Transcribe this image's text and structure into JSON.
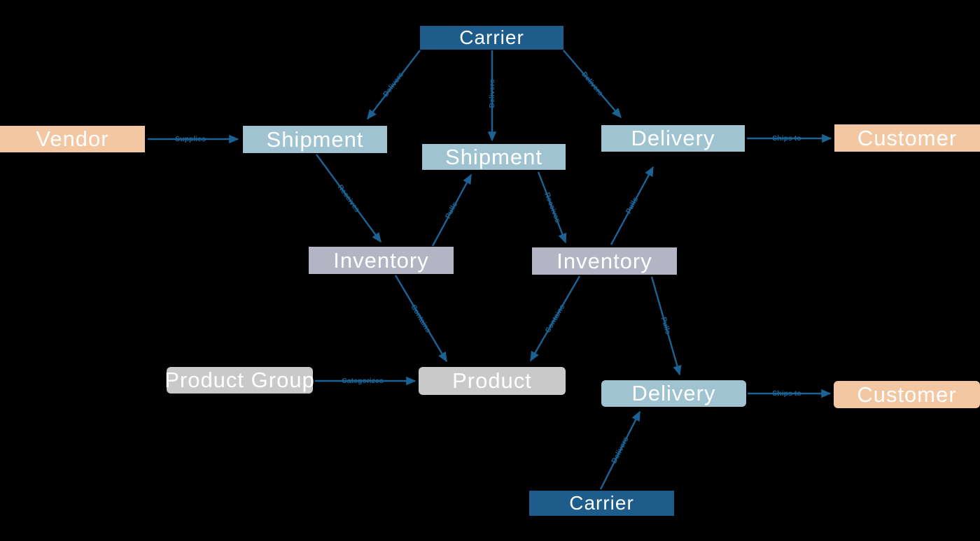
{
  "background": "#000000",
  "colors": {
    "background": "#000000",
    "edge": "#1b6394",
    "carrier": "#1e5c8c",
    "logistics": "#a0c3d1",
    "partner": "#f4c7a3",
    "inventory": "#b3b5c4",
    "product": "#c9c9c9",
    "node_text": "#ffffff"
  },
  "diagram": {
    "nodes": [
      {
        "id": "carrier-top",
        "label": "Carrier",
        "type": "carrier"
      },
      {
        "id": "vendor",
        "label": "Vendor",
        "type": "partner"
      },
      {
        "id": "shipment-left",
        "label": "Shipment",
        "type": "logistics"
      },
      {
        "id": "shipment-mid",
        "label": "Shipment",
        "type": "logistics"
      },
      {
        "id": "delivery-top",
        "label": "Delivery",
        "type": "logistics"
      },
      {
        "id": "customer-top",
        "label": "Customer",
        "type": "partner"
      },
      {
        "id": "inventory-left",
        "label": "Inventory",
        "type": "inventory"
      },
      {
        "id": "inventory-right",
        "label": "Inventory",
        "type": "inventory"
      },
      {
        "id": "product-group",
        "label": "Product Group",
        "type": "product"
      },
      {
        "id": "product",
        "label": "Product",
        "type": "product"
      },
      {
        "id": "delivery-bottom",
        "label": "Delivery",
        "type": "logistics"
      },
      {
        "id": "customer-bottom",
        "label": "Customer",
        "type": "partner"
      },
      {
        "id": "carrier-bottom",
        "label": "Carrier",
        "type": "carrier"
      }
    ],
    "edges": [
      {
        "label": "Delivers",
        "from": "carrier-top",
        "to": "shipment-left"
      },
      {
        "label": "Delivers",
        "from": "carrier-top",
        "to": "shipment-mid"
      },
      {
        "label": "Delivers",
        "from": "carrier-top",
        "to": "delivery-top"
      },
      {
        "label": "Supplies",
        "from": "vendor",
        "to": "shipment-left"
      },
      {
        "label": "Receives",
        "from": "shipment-left",
        "to": "inventory-left"
      },
      {
        "label": "Pulls",
        "from": "inventory-left",
        "to": "shipment-mid"
      },
      {
        "label": "Receives",
        "from": "shipment-mid",
        "to": "inventory-right"
      },
      {
        "label": "Pulls",
        "from": "inventory-right",
        "to": "delivery-top"
      },
      {
        "label": "Ships to",
        "from": "delivery-top",
        "to": "customer-top"
      },
      {
        "label": "Contains",
        "from": "inventory-left",
        "to": "product"
      },
      {
        "label": "Contains",
        "from": "inventory-right",
        "to": "product"
      },
      {
        "label": "Pulls",
        "from": "inventory-right",
        "to": "delivery-bottom"
      },
      {
        "label": "Categorizes",
        "from": "product-group",
        "to": "product"
      },
      {
        "label": "Delivers",
        "from": "carrier-bottom",
        "to": "delivery-bottom"
      },
      {
        "label": "Ships to",
        "from": "delivery-bottom",
        "to": "customer-bottom"
      }
    ]
  }
}
